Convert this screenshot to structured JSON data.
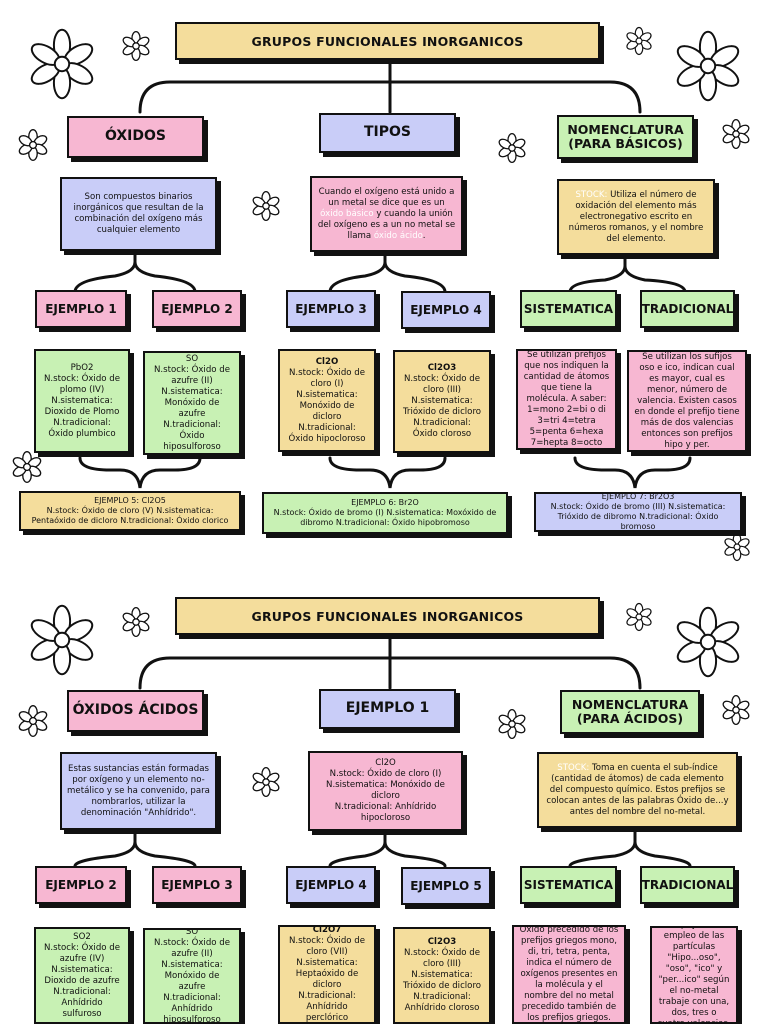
{
  "top": {
    "title": "GRUPOS FUNCIONALES INORGANICOS",
    "headers": [
      "ÓXIDOS",
      "TIPOS",
      "NOMENCLATURA\n(PARA BÁSICOS)"
    ],
    "desc_oxidos": "Son compuestos binarios inorgánicos que resultan de la combinación del oxígeno más cualquier elemento",
    "desc_tipos_parts": [
      "Cuando el oxígeno está unido a un metal se dice que es un ",
      "óxido básico",
      " y cuando la unión del oxígeno es a un no metal se llama ",
      "óxido ácido",
      "."
    ],
    "desc_nomen_parts": [
      "STOCK: ",
      "Utiliza el número de oxidación del elemento más electronegativo escrito en números romanos, y el nombre del elemento."
    ],
    "examples": [
      "EJEMPLO 1",
      "EJEMPLO 2",
      "EJEMPLO 3",
      "EJEMPLO 4",
      "SISTEMATICA",
      "TRADICIONAL"
    ],
    "ex1": "PbO2\nN.stock: Óxido de plomo (IV)\nN.sistematica: Dioxido de Plomo\nN.tradicional: Óxido plumbico",
    "ex2": "SO\nN.stock: Óxido de azufre (II)\nN.sistematica: Monóxido de azufre\nN.tradicional: Óxido hiposulforoso",
    "ex3_title": "Cl2O",
    "ex3": "N.stock: Óxido de cloro (I)\nN.sistematica: Monóxido de dicloro\nN.tradicional: Óxido hipocloroso",
    "ex4_title": "Cl2O3",
    "ex4": "N.stock: Óxido de cloro (III)\nN.sistematica: Trióxido de dicloro\nN.tradicional: Óxido cloroso",
    "sistematica": "Se utilizan prefijos que nos indiquen la cantidad de átomos que tiene la molécula. A saber: 1=mono 2=bi o di 3=tri 4=tetra 5=penta 6=hexa 7=hepta 8=octo",
    "tradicional": "Se utilizan los sufijos oso e ico, indican cual es mayor, cual es menor, número de valencia. Existen casos en donde el prefijo tiene más de dos valencias entonces son prefijos hipo y per.",
    "ex5": "EJEMPLO 5: Cl2O5\nN.stock: Óxido de cloro (V) N.sistematica: Pentaóxido de dicloro N.tradicional: Óxido clorico",
    "ex6": "EJEMPLO 6: Br2O\nN.stock: Óxido de bromo (I) N.sistematica: Moxóxido de dibromo N.tradicional: Óxido hipobromoso",
    "ex7": "EJEMPLO 7: Br2O3\nN.stock: Óxido de bromo (III) N.sistematica: Trióxido de dibromo N.tradicional: Óxido bromoso"
  },
  "bottom": {
    "title": "GRUPOS FUNCIONALES INORGANICOS",
    "headers": [
      "ÓXIDOS ÁCIDOS",
      "EJEMPLO 1",
      "NOMENCLATURA\n(PARA ÁCIDOS)"
    ],
    "desc_oxidos": "Estas sustancias están formadas por oxígeno y un elemento no-metálico y se ha convenido, para nombrarlos, utilizar la denominación \"Anhídrido\".",
    "ej1": "Cl2O\nN.stock: Óxido de cloro (I)\nN.sistematica: Monóxido de dicloro\nN.tradicional: Anhídrido hipocloroso",
    "desc_nomen_parts": [
      "STOCK: ",
      "Toma en cuenta el sub-índice (cantidad de átomos) de cada elemento del compuesto químico. Estos prefijos se colocan antes de las palabras Óxido de...y antes del nombre del no-metal."
    ],
    "examples": [
      "EJEMPLO 2",
      "EJEMPLO 3",
      "EJEMPLO 4",
      "EJEMPLO 5",
      "SISTEMATICA",
      "TRADICIONAL"
    ],
    "ex2": "SO2\nN.stock: Óxido de azufre (IV)\nN.sistematica: Dioxido de azufre\nN.tradicional: Anhídrido sulfuroso",
    "ex3": "SO\nN.stock: Óxido de azufre (II)\nN.sistematica: Monóxido de azufre\nN.tradicional: Anhídrido hiposulforoso",
    "ex4_title": "Cl2O7",
    "ex4": "N.stock: Óxido de cloro (VII)\nN.sistematica: Heptaóxido de dicloro\nN.tradicional: Anhídrido perclórico",
    "ex5_title": "Cl2O3",
    "ex5": "N.stock: Óxido de cloro (III)\nN.sistematica: Trióxido de dicloro\nN.tradicional: Anhídrido cloroso",
    "sistematica": "Óxido precedido de los prefijos griegos mono, di, tri, tetra, penta, indica el número de oxígenos presentes en la molécula y el nombre del no metal precedido también de los prefijos griegos.",
    "tradicional": "Se apoya en el empleo de las partículas \"Hipo...oso\", \"oso\", \"ico\" y \"per...ico\" según el no-metal trabaje con una, dos, tres o cuatro valencias."
  }
}
